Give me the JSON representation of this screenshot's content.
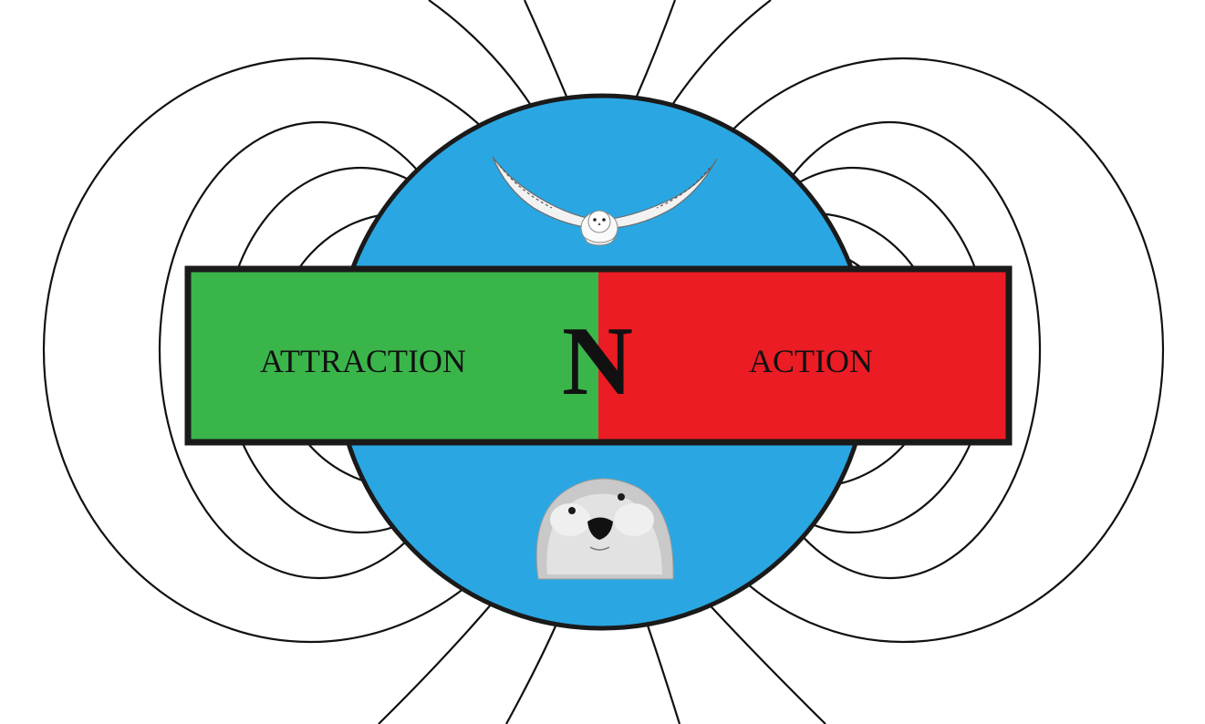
{
  "diagram": {
    "left_label": "ATTRACTION",
    "pole_letter": "N",
    "right_label": "ACTION",
    "icons": {
      "top": "snowy-owl-icon",
      "bottom": "sea-otter-icon"
    },
    "colors": {
      "background": "#ffffff",
      "circle": "#2aa7e2",
      "left_bar": "#3ab54a",
      "right_bar": "#ec1c24",
      "outline": "#1a1a1a",
      "field_lines": "#111111"
    }
  }
}
